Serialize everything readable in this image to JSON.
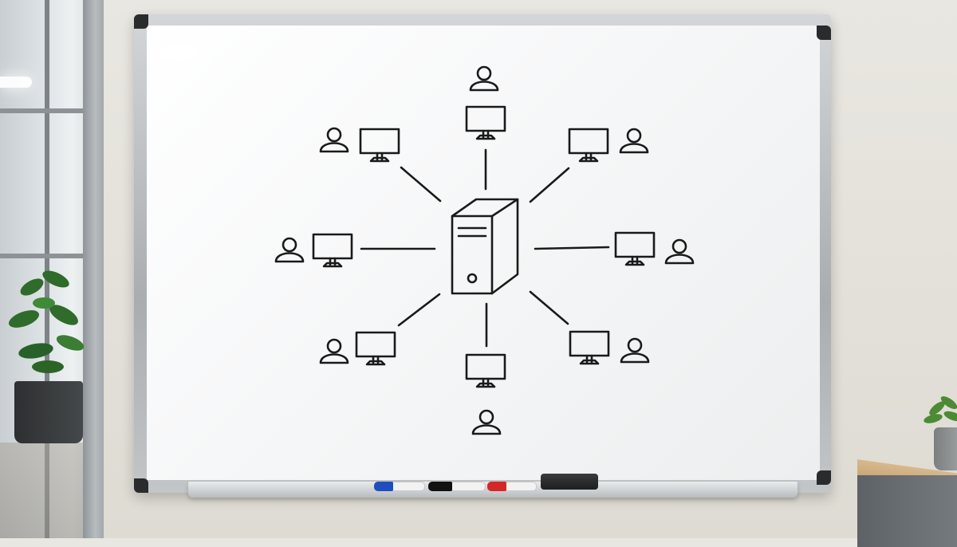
{
  "scene": {
    "description_none": "",
    "board_color": "#ffffff",
    "ink_color": "#1a1a1a"
  },
  "diagram": {
    "hub": {
      "kind": "server-tower",
      "icon": "server-icon"
    },
    "nodes": [
      {
        "id": "top",
        "devices": [
          "user-icon",
          "monitor-icon"
        ]
      },
      {
        "id": "top-right",
        "devices": [
          "monitor-icon",
          "user-icon"
        ]
      },
      {
        "id": "right",
        "devices": [
          "monitor-icon",
          "user-icon"
        ]
      },
      {
        "id": "bottom-right",
        "devices": [
          "monitor-icon",
          "user-icon"
        ]
      },
      {
        "id": "bottom",
        "devices": [
          "monitor-icon",
          "user-icon"
        ]
      },
      {
        "id": "bottom-left",
        "devices": [
          "user-icon",
          "monitor-icon"
        ]
      },
      {
        "id": "left",
        "devices": [
          "user-icon",
          "monitor-icon"
        ]
      },
      {
        "id": "top-left",
        "devices": [
          "user-icon",
          "monitor-icon"
        ]
      }
    ],
    "topology": "star"
  },
  "tray": {
    "markers": [
      {
        "color": "#1f4fbf",
        "name": "blue"
      },
      {
        "color": "#111111",
        "name": "black"
      },
      {
        "color": "#d42828",
        "name": "red"
      }
    ],
    "eraser_color": "#1f2021"
  }
}
